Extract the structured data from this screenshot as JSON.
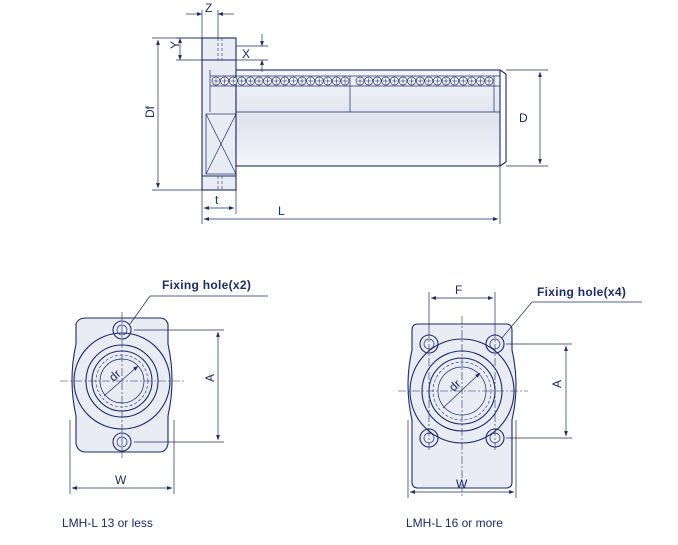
{
  "side_view": {
    "labels": {
      "z": "Z",
      "y": "Y",
      "x": "X",
      "df": "Df",
      "d": "D",
      "t": "t",
      "l": "L"
    }
  },
  "left_view": {
    "callout": "Fixing hole(x2)",
    "labels": {
      "dr": "dr",
      "a": "A",
      "w": "W"
    },
    "caption": "LMH-L 13 or less"
  },
  "right_view": {
    "callout": "Fixing hole(x4)",
    "labels": {
      "dr": "dr",
      "f": "F",
      "a": "A",
      "w": "W"
    },
    "caption": "LMH-L 16 or more"
  },
  "colors": {
    "line": "#1a2a6c",
    "fill": "#e9ecf3",
    "background": "#ffffff"
  }
}
